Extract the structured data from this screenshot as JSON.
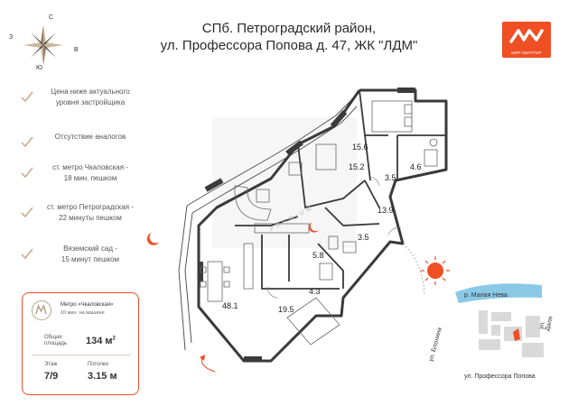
{
  "header": {
    "title_line1": "СПб. Петроградский район,",
    "title_line2": "ул. Профессора Попова д. 47, ЖК \"ЛДМ\""
  },
  "compass": {
    "north": "С",
    "south": "Ю",
    "east": "В",
    "west": "З"
  },
  "logo": {
    "text": "МИР КВАРТИР"
  },
  "features": [
    {
      "line1": "Цена ниже актуального",
      "line2": "уровня застройщика"
    },
    {
      "line1": "Отсутствие аналогов",
      "line2": ""
    },
    {
      "line1": "ст. метро Чкаловская -",
      "line2": "18 мин. пешком"
    },
    {
      "line1": "ст. метро Петроградская -",
      "line2": "22 минуты пешком"
    },
    {
      "line1": "Вяземский сад -",
      "line2": "15 минут пешком"
    }
  ],
  "infocard": {
    "metro_name": "Метро «Чкаловская»",
    "metro_time": "10 мин. на машине",
    "area_label_1": "Общая",
    "area_label_2": "площадь",
    "area_value": "134 м",
    "area_sup": "2",
    "floor_label": "Этаж",
    "floor_value": "7/9",
    "ceiling_label": "Потолки",
    "ceiling_value": "3.15 м"
  },
  "rooms": {
    "r1": "15.6",
    "r2": "15.2",
    "r3": "4.6",
    "r4": "3.5",
    "r5": "13.9",
    "r6": "3.5",
    "r7": "5.8",
    "r8": "4.3",
    "r9": "48.1",
    "r10": "19.5"
  },
  "watermark": {
    "text": "PREMIUM"
  },
  "map": {
    "river": "р. Малая Нева",
    "street1": "ул. Блохина",
    "street2": "ул. Даля",
    "street3": "ул. Профессора Попова"
  },
  "colors": {
    "accent": "#f04e23",
    "wall": "#3a3a3a",
    "beige": "#b5a58b"
  }
}
